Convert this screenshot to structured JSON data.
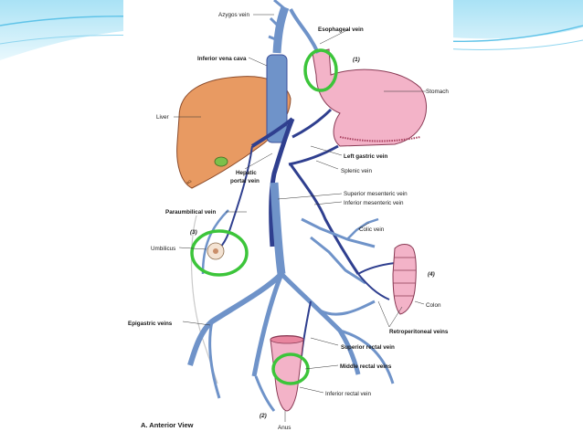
{
  "colors": {
    "slide_accent": "#7fd0ee",
    "vein": "#6f93c9",
    "vein_dark": "#2f3f8f",
    "liver": "#e89a62",
    "stomach": "#f3b3c8",
    "highlight_ring": "#3cc53a"
  },
  "labels": {
    "azygos_vein": "Azygos vein",
    "esophageal_vein": "Esophageal vein",
    "marker_1": "(1)",
    "inferior_vena_cava": "Inferior vena cava",
    "stomach": "Stomach",
    "liver": "Liver",
    "left_gastric_vein": "Left gastric vein",
    "splenic_vein": "Splenic vein",
    "hepatic_portal_vein_line1": "Hepatic",
    "hepatic_portal_vein_line2": "portal vein",
    "superior_mesenteric_vein": "Superior mesenteric vein",
    "inferior_mesenteric_vein": "Inferior mesenteric vein",
    "paraumbilical_vein": "Paraumbilical vein",
    "marker_3": "(3)",
    "umbilicus": "Umbilicus",
    "colic_vein": "Colic vein",
    "marker_4": "(4)",
    "colon": "Colon",
    "retroperitoneal_veins": "Retroperitoneal veins",
    "epigastric_veins": "Epigastric veins",
    "superior_rectal_vein": "Superior rectal vein",
    "middle_rectal_veins": "Middle rectal veins",
    "inferior_rectal_vein": "Inferior rectal vein",
    "marker_2": "(2)",
    "anus": "Anus",
    "view_title": "A. Anterior View"
  },
  "icons": [
    "vein-network",
    "liver-organ",
    "stomach-organ",
    "colon-segment",
    "rectum-segment",
    "umbilicus"
  ]
}
